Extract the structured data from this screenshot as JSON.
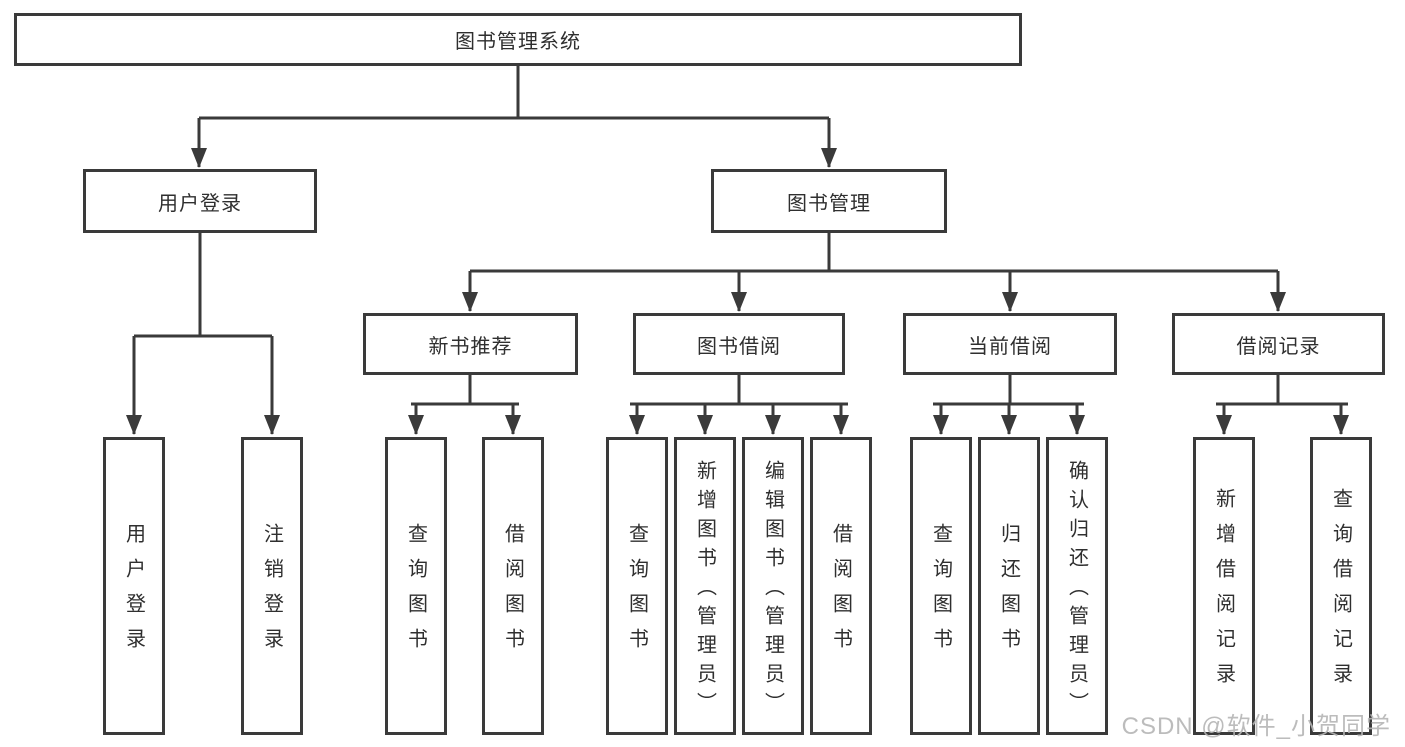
{
  "diagram": {
    "root": "图书管理系统",
    "level1": [
      {
        "label": "用户登录",
        "leaves": [
          "用户登录",
          "注销登录"
        ]
      },
      {
        "label": "图书管理",
        "groups": [
          {
            "label": "新书推荐",
            "leaves": [
              "查询图书",
              "借阅图书"
            ]
          },
          {
            "label": "图书借阅",
            "leaves": [
              "查询图书",
              "新增图书（管理员）",
              "编辑图书（管理员）",
              "借阅图书"
            ]
          },
          {
            "label": "当前借阅",
            "leaves": [
              "查询图书",
              "归还图书",
              "确认归还（管理员）"
            ]
          },
          {
            "label": "借阅记录",
            "leaves": [
              "新增借阅记录",
              "查询借阅记录"
            ]
          }
        ]
      }
    ]
  },
  "watermark": {
    "text": "CSDN @软件_小贺同学"
  },
  "colors": {
    "line": "#3a3a3a",
    "text": "#2f2f2f",
    "box_background": "#ffffff",
    "watermark": "#b5b5b5"
  }
}
